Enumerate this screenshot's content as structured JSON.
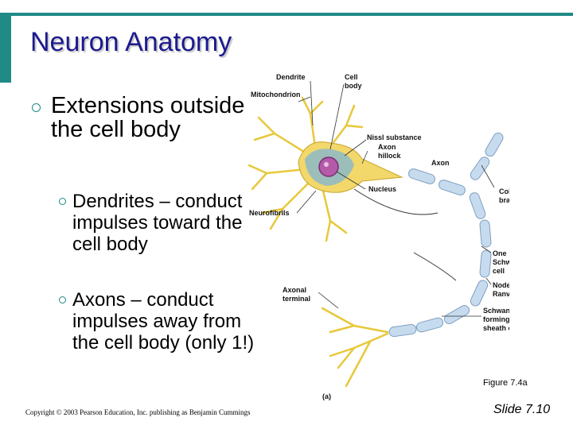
{
  "slide": {
    "title": "Neuron Anatomy",
    "bullet": "Extensions outside the cell body",
    "subbullets": [
      "Dendrites – conduct impulses toward the cell body",
      "Axons – conduct impulses away from the cell body (only 1!)"
    ],
    "copyright": "Copyright © 2003 Pearson Education, Inc. publishing as Benjamin Cummings",
    "slide_number": "Slide 7.10"
  },
  "figure": {
    "caption": "Figure 7.4a",
    "panel": "(a)",
    "labels": {
      "dendrite": "Dendrite",
      "cell_body_1": "Cell",
      "cell_body_2": "body",
      "mitochondrion": "Mitochondrion",
      "nissl": "Nissl substance",
      "hillock_1": "Axon",
      "hillock_2": "hillock",
      "axon": "Axon",
      "nucleus": "Nucleus",
      "collateral_1": "Collateral",
      "collateral_2": "branch",
      "neurofibrils": "Neurofibrils",
      "schwann_1": "One",
      "schwann_2": "Schwann",
      "schwann_3": "cell",
      "ranvier_1": "Node of",
      "ranvier_2": "Ranvier",
      "terminal_1": "Axonal",
      "terminal_2": "terminal",
      "myelin_1": "Schwann cells,",
      "myelin_2": "forming the myelin",
      "myelin_3": "sheath on axon"
    }
  }
}
